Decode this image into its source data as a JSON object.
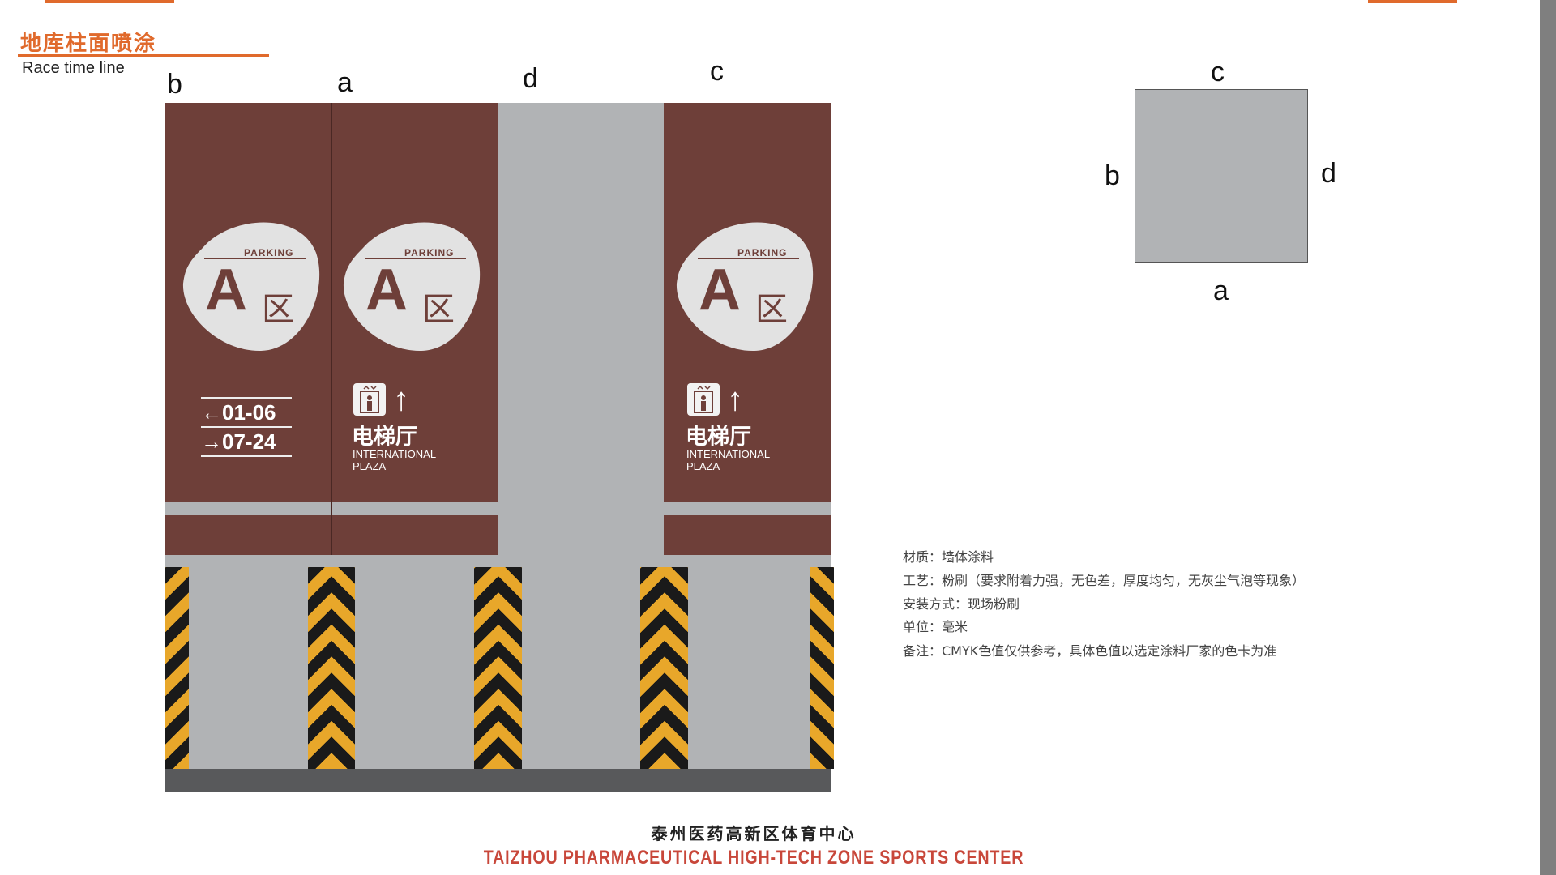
{
  "header": {
    "title": "地库柱面喷涂",
    "subtitle": "Race time line"
  },
  "elevation": {
    "face_labels": [
      "b",
      "a",
      "d",
      "c"
    ]
  },
  "plan": {
    "labels": {
      "top": "c",
      "left": "b",
      "right": "d",
      "bottom": "a"
    }
  },
  "signs": {
    "parking": "PARKING",
    "zone_letter": "A",
    "zone_char": "区",
    "directions": [
      "←01-06",
      "→07-24"
    ],
    "elevator_hall": "电梯厅",
    "arrow": "↑",
    "english": "INTERNATIONAL PLAZA"
  },
  "colors": {
    "panel": "#6e3f39",
    "wall": "#b1b3b5",
    "stripe_yellow": "#e8a72a",
    "stripe_black": "#1a1a1a",
    "accent": "#e06a2c"
  },
  "notes": [
    "材质：墙体涂料",
    "工艺：粉刷（要求附着力强，无色差，厚度均匀，无灰尘气泡等现象）",
    "安装方式：现场粉刷",
    "单位：毫米",
    "备注：CMYK色值仅供参考，具体色值以选定涂料厂家的色卡为准"
  ],
  "footer": {
    "cn": "泰州医药高新区体育中心",
    "en": "TAIZHOU PHARMACEUTICAL HIGH-TECH ZONE SPORTS CENTER"
  }
}
